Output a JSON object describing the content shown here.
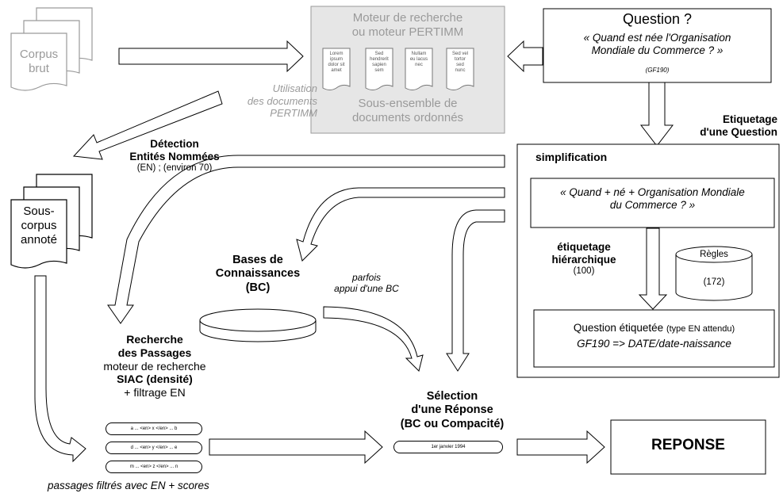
{
  "corpus_brut": {
    "line1": "Corpus",
    "line2": "brut"
  },
  "moteur": {
    "title1": "Moteur de recherche",
    "title2": "ou moteur PERTIMM",
    "docs": [
      {
        "l1": "Lorem",
        "l2": "ipsum",
        "l3": "dolor sit",
        "l4": "amet"
      },
      {
        "l1": "Sed",
        "l2": "hendrerit",
        "l3": "sapien",
        "l4": "sem"
      },
      {
        "l1": "Nullam",
        "l2": "eu lacus",
        "l3": "nec",
        "l4": ""
      },
      {
        "l1": "Sed vel",
        "l2": "tortor",
        "l3": "sed",
        "l4": "nunc"
      }
    ],
    "bottom1": "Sous-ensemble de",
    "bottom2": "documents ordonnés"
  },
  "question": {
    "title": "Question ?",
    "text1": "« Quand est née l'Organisation",
    "text2": "Mondiale du Commerce ? »",
    "code": "(GF190)"
  },
  "utilisation": {
    "l1": "Utilisation",
    "l2": "des documents",
    "l3": "PERTIMM"
  },
  "detection": {
    "l1": "Détection",
    "l2": "Entités Nommées",
    "l3": "(EN) ; (environ 70)"
  },
  "sous_corpus": {
    "l1": "Sous-",
    "l2": "corpus",
    "l3": "annoté"
  },
  "etiquetage_question": {
    "l1": "Etiquetage",
    "l2": "d'une Question"
  },
  "simplification": {
    "label": "simplification",
    "text1": "« Quand + né + Organisation Mondiale",
    "text2": "du Commerce ? »"
  },
  "etiquetage_hier": {
    "l1": "étiquetage",
    "l2": "hiérarchique",
    "l3": "(100)"
  },
  "regles": {
    "label": "Règles",
    "count": "(172)"
  },
  "question_etiquetee": {
    "label": "Question étiquetée",
    "type": "(type EN attendu)",
    "value": "GF190 => DATE/date-naissance"
  },
  "bases": {
    "l1": "Bases de",
    "l2": "Connaissances",
    "l3": "(BC)"
  },
  "parfois": {
    "l1": "parfois",
    "l2": "appui d'une BC"
  },
  "recherche": {
    "l1": "Recherche",
    "l2": "des Passages",
    "l3": "moteur de recherche",
    "l4": "SIAC (densité)",
    "l5": "+ filtrage EN"
  },
  "passages": [
    "a ... <en> x </en> ... b",
    "d ... <en> y </en> ... e",
    "m ... <en> z </en> ... n"
  ],
  "passages_caption": "passages filtrés avec EN + scores",
  "selection": {
    "l1": "Sélection",
    "l2": "d'une Réponse",
    "l3": "(BC ou Compacité)"
  },
  "date_answer": "1er janvier 1994",
  "reponse": "REPONSE"
}
